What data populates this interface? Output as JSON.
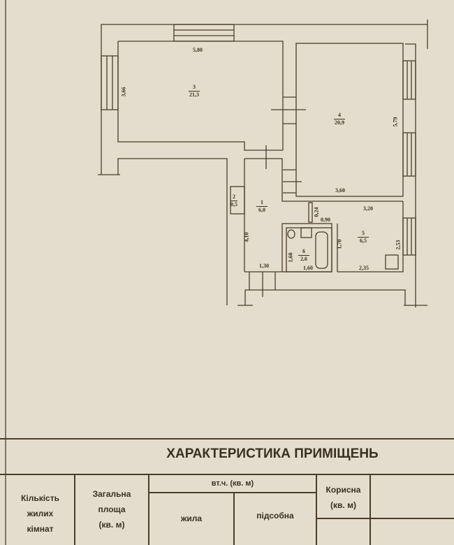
{
  "plan": {
    "rooms": [
      {
        "number": "3",
        "area": "21,3"
      },
      {
        "number": "4",
        "area": "20,9"
      },
      {
        "number": "2",
        "area": "0,5"
      },
      {
        "number": "1",
        "area": "6,0"
      },
      {
        "number": "6",
        "area": "2,6"
      },
      {
        "number": "5",
        "area": "6,5"
      }
    ],
    "dimensions": {
      "r3_width": "5,80",
      "r3_height": "3,66",
      "r4_height": "5,79",
      "r4_width": "3,60",
      "r5_top": "3,20",
      "niche_depth": "0,24",
      "niche_width": "0,90",
      "r1_height": "4,10",
      "r1_width": "1,30",
      "r6_height": "1,60",
      "r6_width": "1,60",
      "r5_left": "1,70",
      "r5_right": "2,53",
      "r5_width": "2,35"
    }
  },
  "table": {
    "title": "ХАРАКТЕРИСТИКА ПРИМІЩЕНЬ",
    "col_rooms": [
      "Кількість",
      "жилих",
      "кімнат"
    ],
    "col_total": [
      "Загальна",
      "площа",
      "(кв. м)"
    ],
    "col_incl": "вт.ч. (кв. м)",
    "col_living": "жила",
    "col_aux": "підсобна",
    "col_useful": [
      "Корисна",
      "(кв. м)"
    ]
  }
}
